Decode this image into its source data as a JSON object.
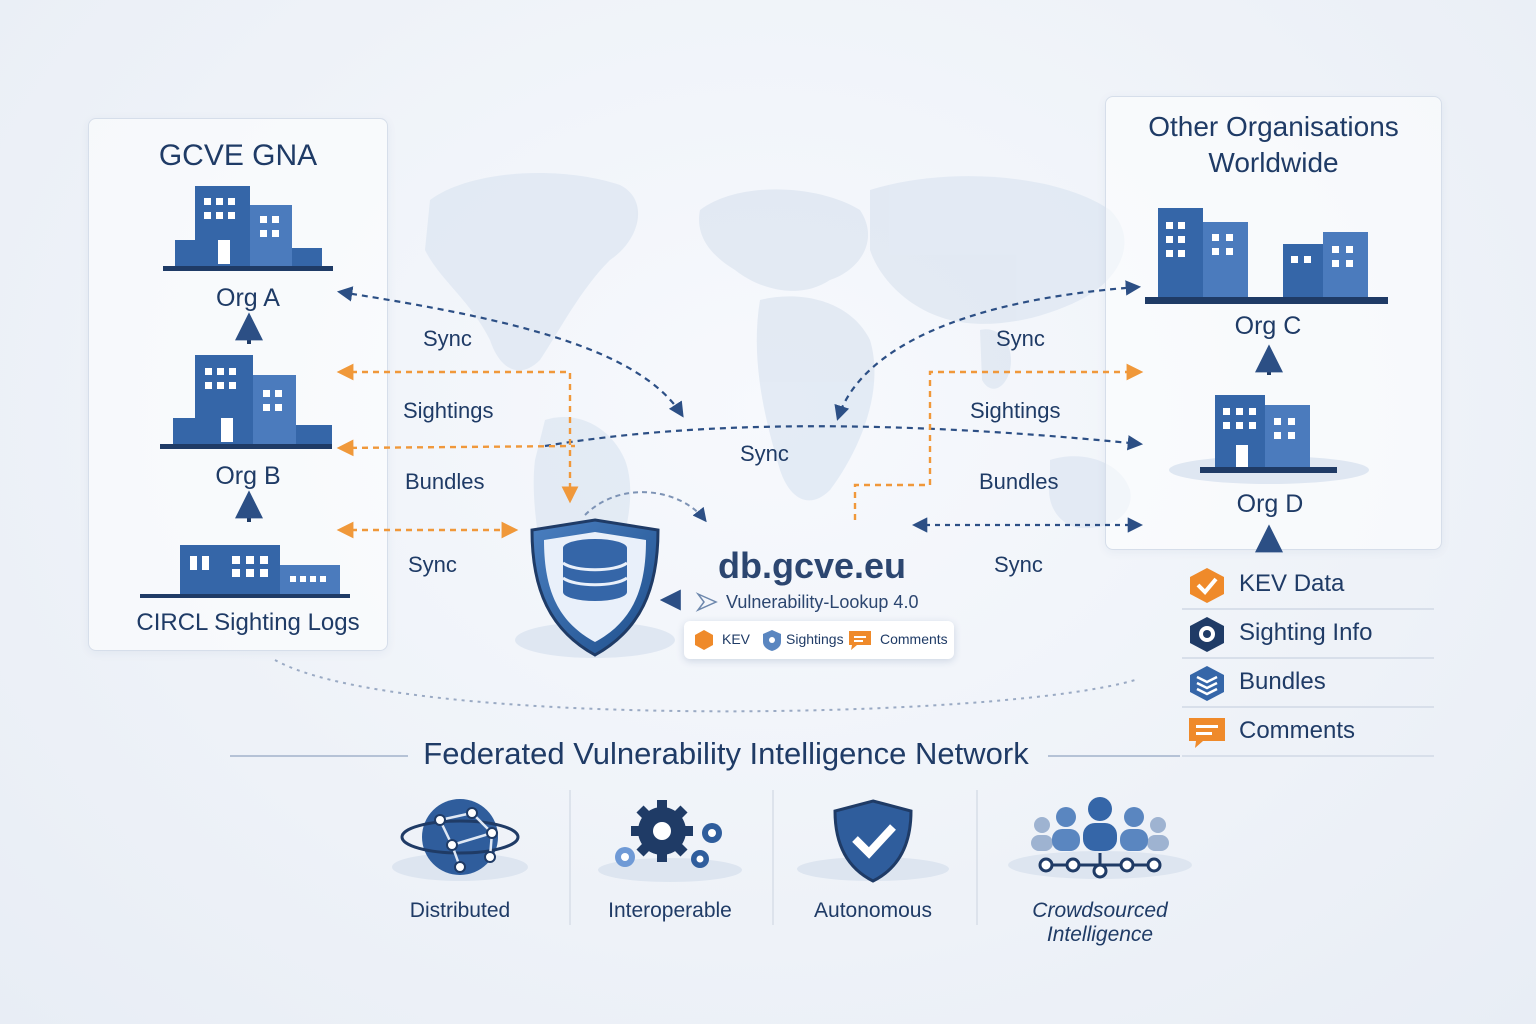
{
  "left_panel": {
    "title": "GCVE GNA",
    "orgs": [
      "Org A",
      "Org B"
    ],
    "source": "CIRCL Sighting Logs"
  },
  "right_panel": {
    "title_line1": "Other Organisations",
    "title_line2": "Worldwide",
    "orgs": [
      "Org C",
      "Org D"
    ]
  },
  "flows": {
    "left": [
      "Sync",
      "Sightings",
      "Bundles",
      "Sync"
    ],
    "center": "Sync",
    "right": [
      "Sync",
      "Sightings",
      "Bundles",
      "Sync"
    ]
  },
  "hub": {
    "title": "db.gcve.eu",
    "subtitle": "Vulnerability-Lookup 4.0",
    "tags": [
      "KEV",
      "Sightings",
      "Comments"
    ]
  },
  "legend": [
    {
      "label": "KEV Data",
      "icon": "check-badge-icon",
      "color": "#ef8a2a"
    },
    {
      "label": "Sighting Info",
      "icon": "eye-icon",
      "color": "#1f3b66"
    },
    {
      "label": "Bundles",
      "icon": "layers-icon",
      "color": "#3566a8"
    },
    {
      "label": "Comments",
      "icon": "comment-icon",
      "color": "#ef8a2a"
    }
  ],
  "network_title": "Federated Vulnerability Intelligence Network",
  "features": [
    {
      "label": "Distributed",
      "icon": "globe-network-icon"
    },
    {
      "label": "Interoperable",
      "icon": "gears-icon"
    },
    {
      "label": "Autonomous",
      "icon": "shield-check-icon"
    },
    {
      "label": "Crowdsourced Intelligence",
      "icon": "people-network-icon"
    }
  ],
  "colors": {
    "primary": "#1f3b66",
    "building": "#3566a8",
    "sync_line": "#2c4f85",
    "data_line": "#f0983a"
  }
}
